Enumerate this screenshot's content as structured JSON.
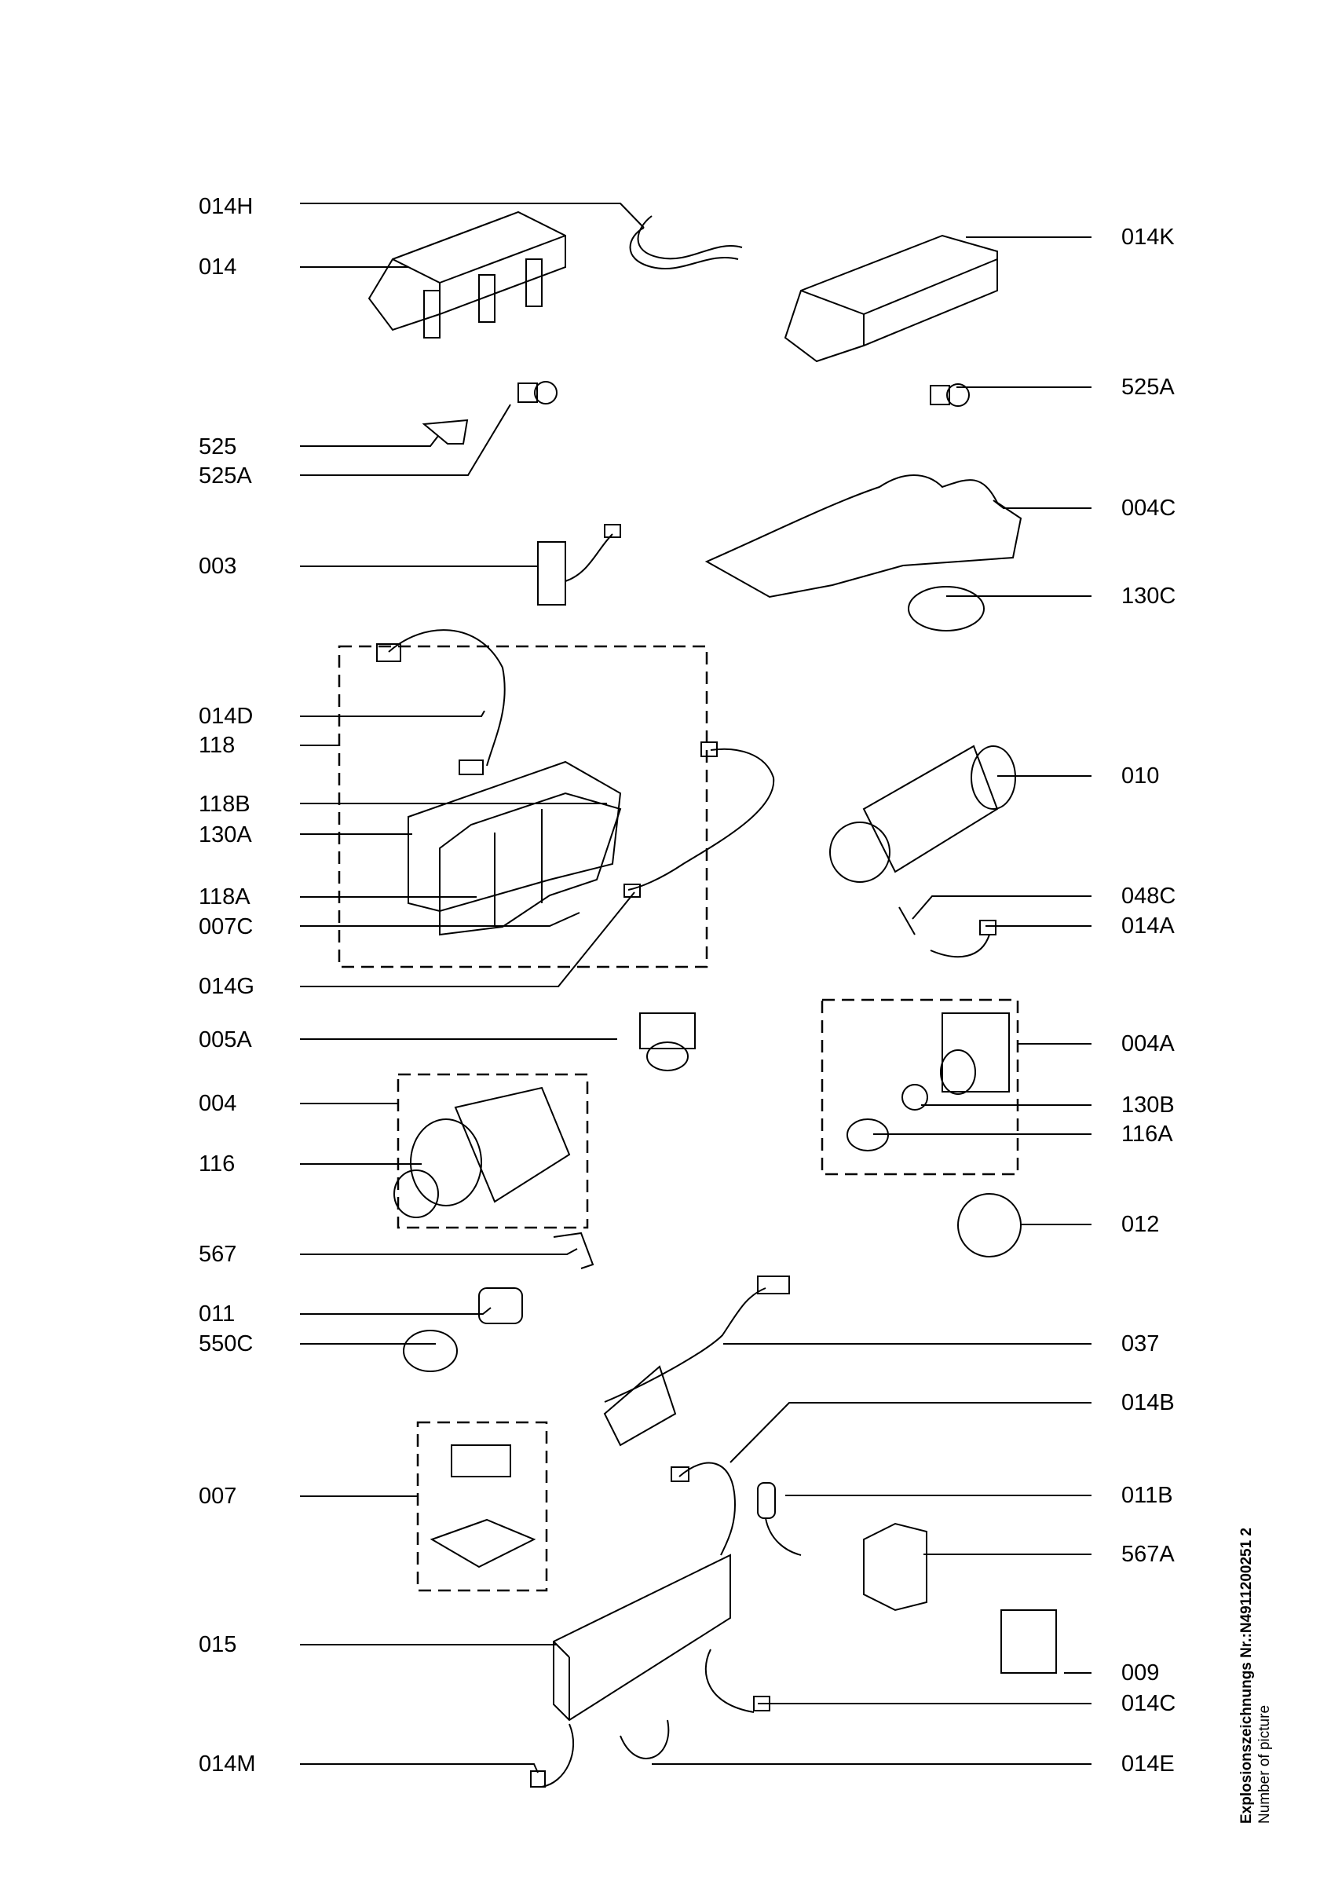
{
  "labels_left": [
    "014H",
    "014",
    "525",
    "525A",
    "003",
    "014D",
    "118",
    "118B",
    "130A",
    "118A",
    "007C",
    "014G",
    "005A",
    "004",
    "116",
    "567",
    "011",
    "550C",
    "007",
    "015",
    "014M"
  ],
  "labels_right": [
    "014K",
    "525A",
    "004C",
    "130C",
    "010",
    "048C",
    "014A",
    "004A",
    "130B",
    "116A",
    "012",
    "037",
    "014B",
    "011B",
    "567A",
    "009",
    "014C",
    "014E"
  ],
  "side": {
    "title": "Explosionszeichnungs Nr.:N4911200251 2",
    "subtitle": "Number of picture"
  }
}
